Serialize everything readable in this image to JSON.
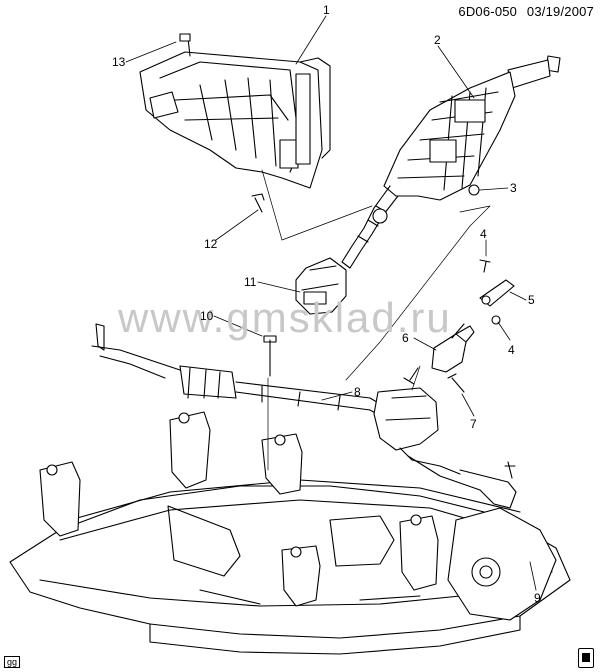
{
  "header": {
    "diagram_code": "6D06-050",
    "date": "03/19/2007"
  },
  "watermark": "www.gmsklad.ru",
  "callouts": [
    "1",
    "2",
    "3",
    "4",
    "5",
    "4",
    "6",
    "7",
    "8",
    "9",
    "10",
    "11",
    "12",
    "13"
  ],
  "corner_tag": "gg",
  "corner_icon": "manual-icon"
}
